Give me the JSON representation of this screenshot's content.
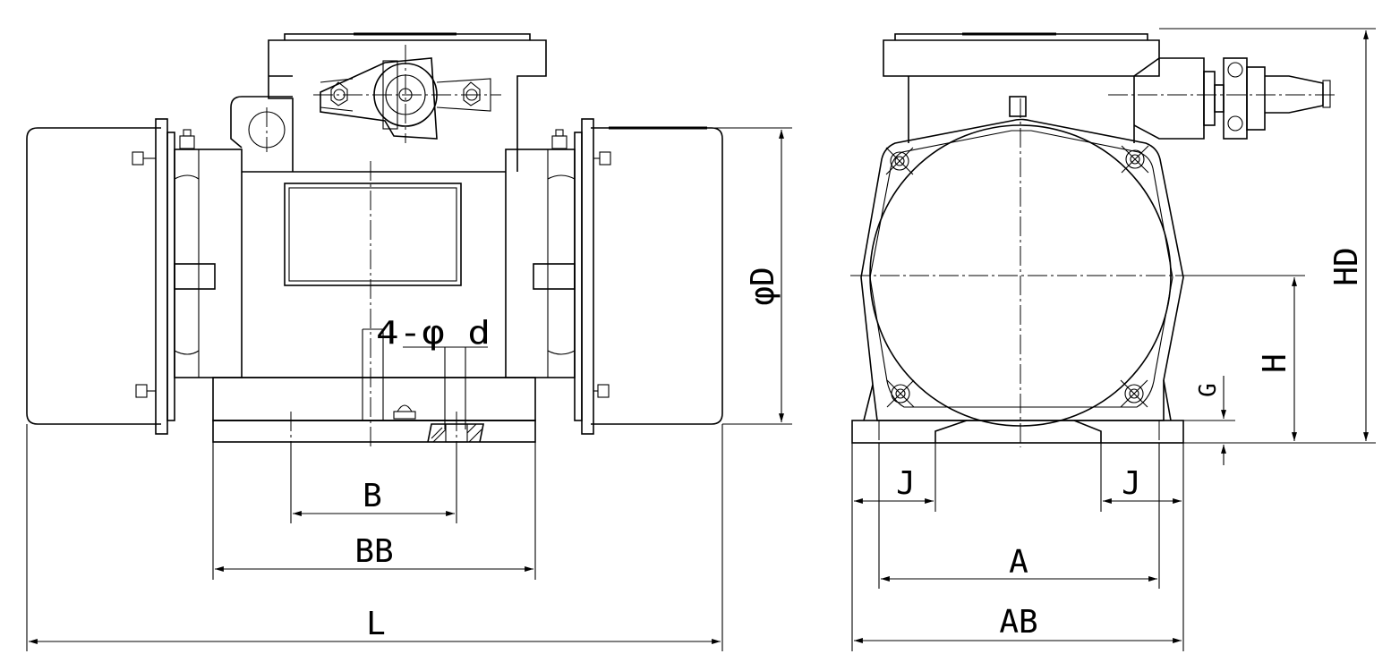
{
  "drawing": {
    "labels": {
      "dia_D": "φD",
      "holes": "4-φ d",
      "B": "B",
      "BB": "BB",
      "L": "L",
      "HD": "HD",
      "H": "H",
      "G": "G",
      "J_left": "J",
      "J_right": "J",
      "A": "A",
      "AB": "AB"
    },
    "colors": {
      "ink": "#000000",
      "paper": "#ffffff"
    }
  }
}
